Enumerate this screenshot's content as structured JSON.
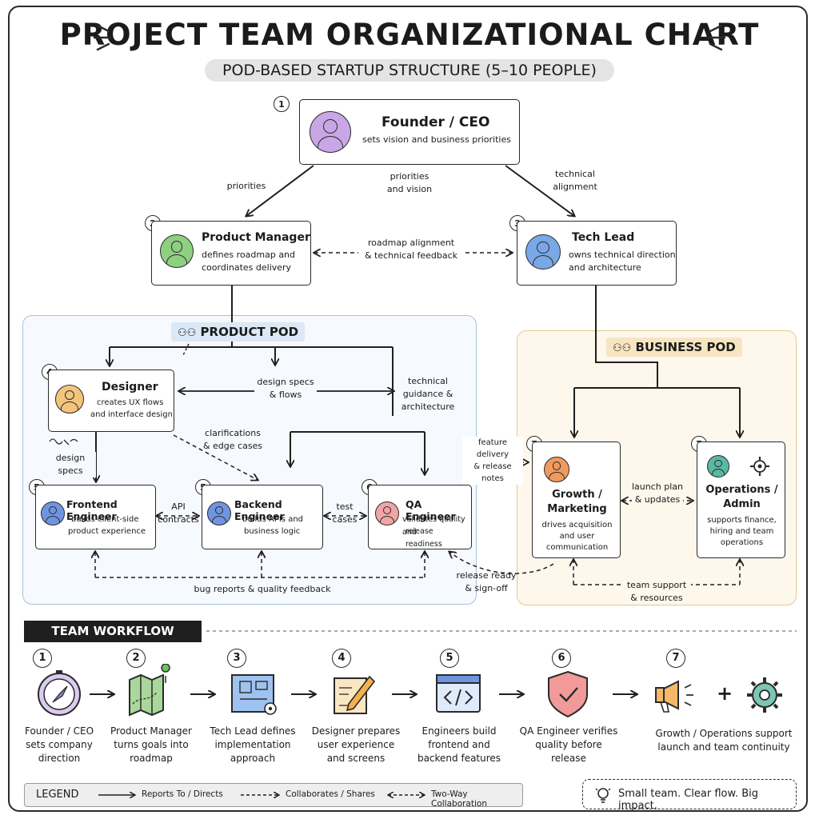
{
  "header": {
    "title": "PROJECT TEAM ORGANIZATIONAL CHART",
    "subtitle": "POD-BASED STARTUP STRUCTURE (5–10 PEOPLE)"
  },
  "nodes": {
    "ceo": {
      "num": "1",
      "name": "Founder / CEO",
      "desc": [
        "sets vision and business priorities"
      ]
    },
    "pm": {
      "num": "2",
      "name": "Product Manager",
      "desc": [
        "defines roadmap and",
        "coordinates delivery"
      ]
    },
    "techlead": {
      "num": "3",
      "name": "Tech Lead",
      "desc": [
        "owns technical direction",
        "and architecture"
      ]
    },
    "designer": {
      "num": "4",
      "name": "Designer",
      "desc": [
        "creates UX flows",
        "and interface design"
      ]
    },
    "frontend": {
      "num": "5",
      "name": "Frontend Engineer",
      "desc": [
        "builds client-side",
        "product experience"
      ]
    },
    "backend": {
      "num": "5",
      "name": "Backend Engineer",
      "desc": [
        "builds APIs and",
        "business logic"
      ]
    },
    "qa": {
      "num": "6",
      "name": "QA Engineer",
      "desc": [
        "validates quality and",
        "release readiness"
      ]
    },
    "growth": {
      "num": "7",
      "name": [
        "Growth /",
        "Marketing"
      ],
      "desc": [
        "drives acquisition",
        "and user",
        "communication"
      ]
    },
    "ops": {
      "num": "7",
      "name": [
        "Operations /",
        "Admin"
      ],
      "desc": [
        "supports finance,",
        "hiring and team",
        "operations"
      ]
    }
  },
  "pods": {
    "product": "PRODUCT POD",
    "business": "BUSINESS POD"
  },
  "edge_labels": {
    "ceo_pm": [
      "priorities"
    ],
    "ceo_center": [
      "priorities",
      "and vision"
    ],
    "ceo_tl": [
      "technical",
      "alignment"
    ],
    "pm_tl": [
      "roadmap alignment",
      "& technical feedback"
    ],
    "design_specs_flows": [
      "design specs",
      "& flows"
    ],
    "tech_guidance": [
      "technical",
      "guidance &",
      "architecture"
    ],
    "clarifications": [
      "clarifications",
      "& edge cases"
    ],
    "design_specs": [
      "design specs"
    ],
    "api": [
      "API",
      "contracts"
    ],
    "test": [
      "test",
      "cases"
    ],
    "feature_delivery": [
      "feature delivery",
      "& release notes"
    ],
    "launch_plan": [
      "launch plan",
      "& updates"
    ],
    "bug_reports": [
      "bug reports & quality feedback"
    ],
    "release_ready": [
      "release ready",
      "& sign-off"
    ],
    "team_support": [
      "team support",
      "& resources"
    ]
  },
  "workflow": {
    "title": "TEAM WORKFLOW LIFECYCLE",
    "steps": [
      {
        "num": "1",
        "icon": "compass-icon",
        "text": [
          "Founder / CEO",
          "sets company",
          "direction"
        ]
      },
      {
        "num": "2",
        "icon": "map-icon",
        "text": [
          "Product Manager",
          "turns goals into",
          "roadmap"
        ]
      },
      {
        "num": "3",
        "icon": "blueprint-icon",
        "text": [
          "Tech Lead defines",
          "implementation",
          "approach"
        ]
      },
      {
        "num": "4",
        "icon": "design-pencil-icon",
        "text": [
          "Designer prepares",
          "user experience",
          "and screens"
        ]
      },
      {
        "num": "5",
        "icon": "code-window-icon",
        "text": [
          "Engineers build",
          "frontend and",
          "backend features"
        ]
      },
      {
        "num": "6",
        "icon": "shield-check-icon",
        "text": [
          "QA Engineer verifies",
          "quality before",
          "release"
        ]
      },
      {
        "num": "7",
        "icon": "megaphone-gear-icon",
        "text": [
          "Growth / Operations support",
          "launch and team continuity"
        ]
      }
    ],
    "plus": "+"
  },
  "legend": {
    "title": "LEGEND",
    "items": [
      "Reports To / Directs",
      "Collaborates / Shares",
      "Two-Way Collaboration"
    ]
  },
  "tagline": "Small team. Clear flow. Big impact.",
  "colors": {
    "ceo": "#c9a7e6",
    "pm": "#8fcf82",
    "techlead": "#7aa7e6",
    "designer": "#f3c57c",
    "frontend": "#6f95e0",
    "backend": "#6f95e0",
    "qa": "#f2a5a5",
    "growth": "#f09a5e",
    "ops": "#5ab8a3",
    "product_pod_bg": "#f6f9fd",
    "product_pod_border": "#a9c1dd",
    "business_pod_bg": "#fdf7ec",
    "business_pod_border": "#e7c98e",
    "product_pod_label_bg": "#dbe8f6",
    "business_pod_label_bg": "#f7e5c2"
  }
}
